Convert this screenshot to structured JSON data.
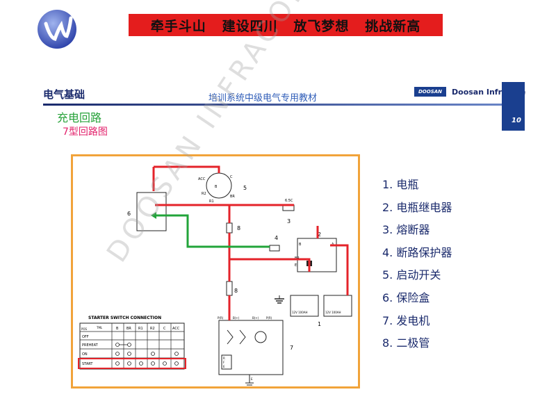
{
  "header": {
    "slogan": "牵手斗山   建设四川   放飞梦想   挑战新高",
    "section_title": "电气基础",
    "course_title": "培训系统中级电气专用教材",
    "brand_box": "DOOSAN",
    "brand_name": "Doosan Infracore",
    "page_number": "10"
  },
  "subtitles": {
    "topic": "充电回路",
    "figure": "7型回路图"
  },
  "legend": [
    "1. 电瓶",
    "2. 电瓶继电器",
    "3. 熔断器",
    "4. 断路保护器",
    "5. 启动开关",
    "6. 保险盒",
    "7. 发电机",
    "8. 二极管"
  ],
  "diagram": {
    "labels": {
      "n1": "1",
      "n2": "2",
      "n3": "3",
      "n4": "4",
      "n5": "5",
      "n6": "6",
      "n7": "7",
      "n8a": "8",
      "n8b": "8",
      "acc": "ACC",
      "c": "C",
      "b": "B",
      "br": "BR",
      "r1": "R1",
      "r2": "R2",
      "fuse_rating": "6.5C",
      "bat1": "12V 100AH",
      "bat2": "12V 100AH",
      "gen_pr": "P(R)",
      "gen_bi": "B(+)",
      "gen_br": "B(+)",
      "gen_pr2": "P(R)",
      "gen_r": "R",
      "gen_f": "F",
      "gen_e": "E",
      "gen_e2": "E",
      "relay_b": "B",
      "relay_a": "A",
      "relay_br": "BR",
      "relay_e": "E"
    },
    "table": {
      "title": "STARTER SWITCH CONNECTION",
      "corner_top": "TML",
      "corner_bottom": "POS",
      "headers": [
        "B",
        "BR",
        "R1",
        "R2",
        "C",
        "ACC"
      ],
      "rows": [
        "OFF",
        "PREHEAT",
        "ON",
        "START"
      ]
    },
    "colors": {
      "red": "#e4232a",
      "green": "#22a43a",
      "frame": "#f1a33a"
    }
  },
  "watermark": "DOOSAN INFRACORE"
}
